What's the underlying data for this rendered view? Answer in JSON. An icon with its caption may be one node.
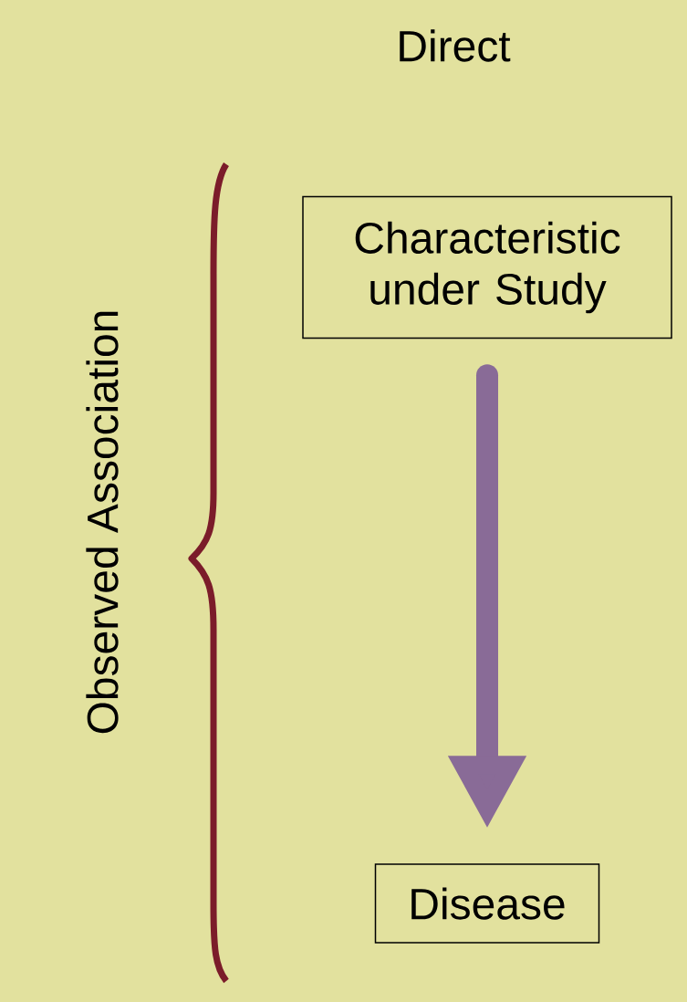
{
  "diagram": {
    "title": "Direct",
    "nodes": [
      {
        "text": [
          "Characteristic under Study"
        ]
      },
      {
        "text": [
          "Disease"
        ]
      }
    ],
    "edges": [
      {
        "from": 0,
        "to": 1,
        "arrow": "to"
      }
    ],
    "labels": [
      "Observed Association"
    ]
  }
}
